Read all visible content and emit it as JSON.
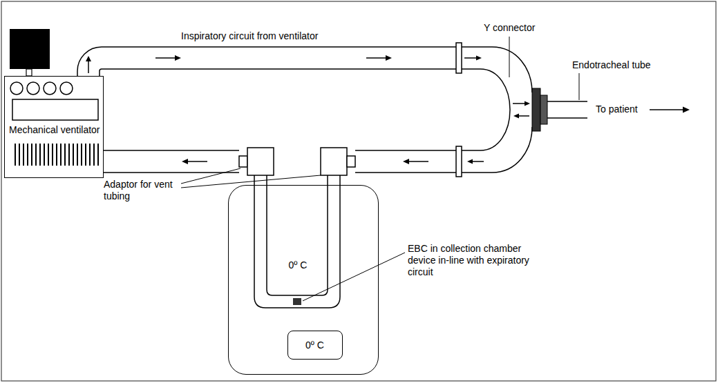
{
  "diagram": {
    "nodes": [
      {
        "text": [
          "Mechanical ventilator"
        ]
      },
      {
        "text": [
          "0º C"
        ]
      },
      {
        "text": [
          "0º C"
        ],
        "in": 1
      }
    ],
    "labels": [
      "Inspiratory circuit from ventilator",
      "Y connector",
      "Endotracheal tube",
      "To patient",
      "Adaptor for vent tubing",
      "EBC in collection chamber device in-line with expiratory circuit"
    ]
  }
}
